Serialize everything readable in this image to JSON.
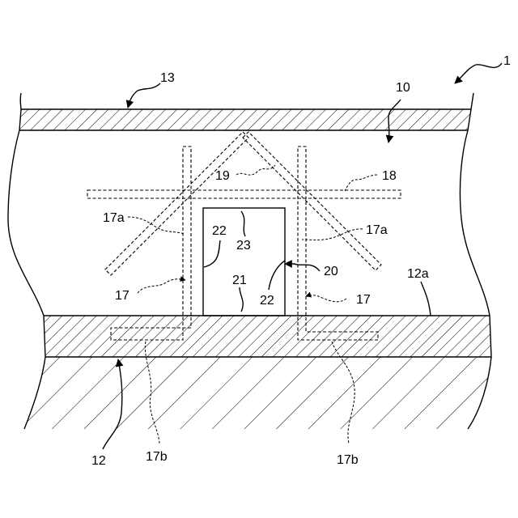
{
  "figure": {
    "labels": {
      "device": "1",
      "space": "10",
      "floor": "12",
      "floor_surface": "12a",
      "ceiling": "13",
      "column_left": "17",
      "column_right": "17",
      "brace_left": "17a",
      "brace_right": "17a",
      "foot_left": "17b",
      "foot_right": "17b",
      "beam": "18",
      "apex": "19",
      "box": "20",
      "box_bottom": "21",
      "box_side_left": "22",
      "box_side_right": "22",
      "box_top": "23"
    }
  }
}
